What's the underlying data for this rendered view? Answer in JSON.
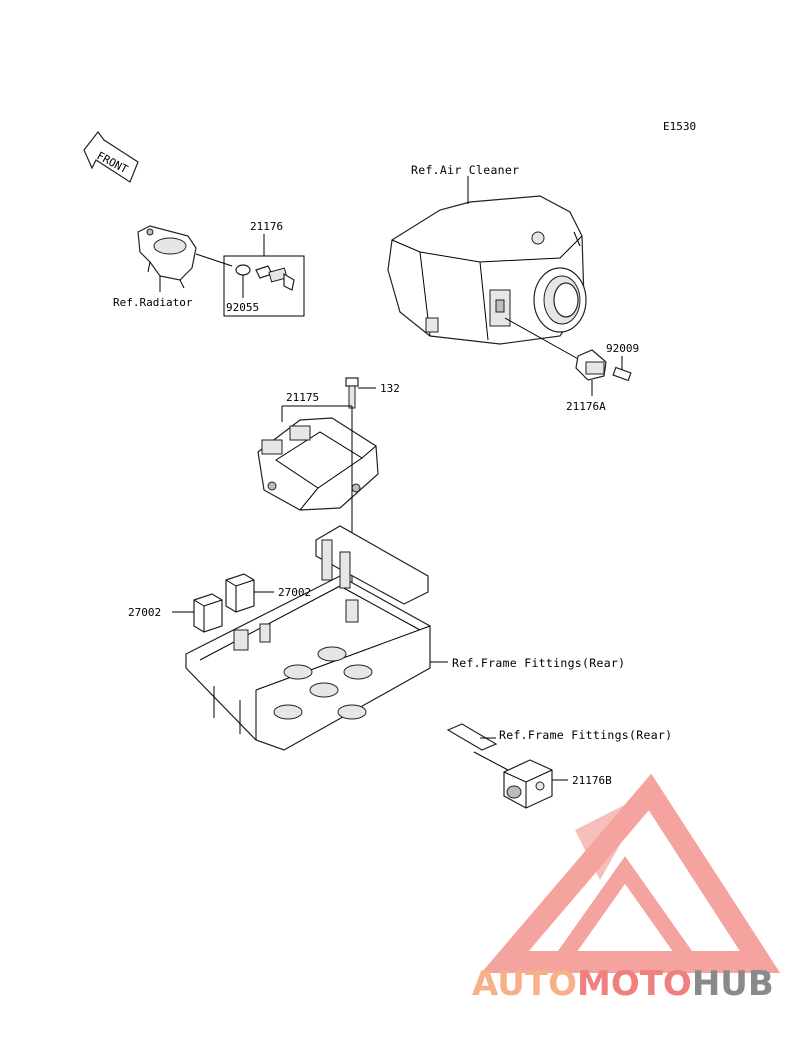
{
  "diagram": {
    "code": "E1530",
    "front_label": "FRONT",
    "callouts": {
      "air_cleaner": "Ref.Air Cleaner",
      "radiator": "Ref.Radiator",
      "frame_fittings_1": "Ref.Frame Fittings(Rear)",
      "frame_fittings_2": "Ref.Frame Fittings(Rear)"
    },
    "parts": {
      "p21176": "21176",
      "p92055": "92055",
      "p92009": "92009",
      "p21176A": "21176A",
      "p132": "132",
      "p21175": "21175",
      "p27002a": "27002",
      "p27002b": "27002",
      "p21176B": "21176B"
    }
  },
  "watermark": {
    "part1": "AUTO",
    "part2": "MOTO",
    "part3": "HUB",
    "colors": {
      "auto": "#f7b08a",
      "moto": "#f07f7f",
      "hub": "#8a8a8a",
      "triangle": "#f39a95"
    }
  }
}
